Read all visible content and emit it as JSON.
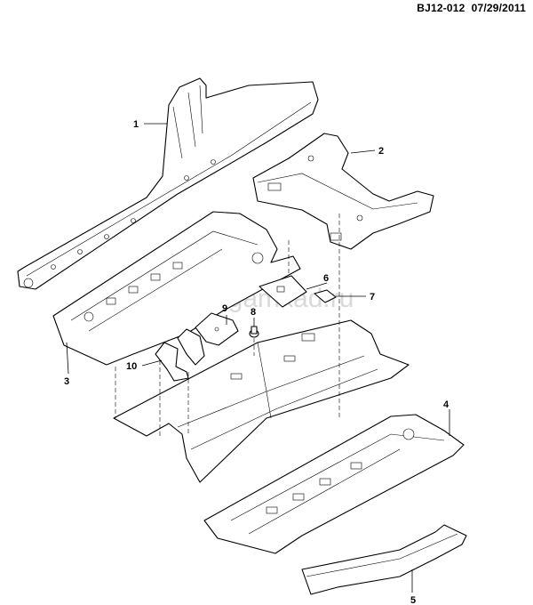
{
  "header": {
    "code": "BJ12-012",
    "date": "07/29/2011"
  },
  "watermark": "www.gamkad.ru",
  "callouts": {
    "c1": "1",
    "c2": "2",
    "c3": "3",
    "c4": "4",
    "c5": "5",
    "c6": "6",
    "c7": "7",
    "c8": "8",
    "c9": "9",
    "c10": "10"
  }
}
